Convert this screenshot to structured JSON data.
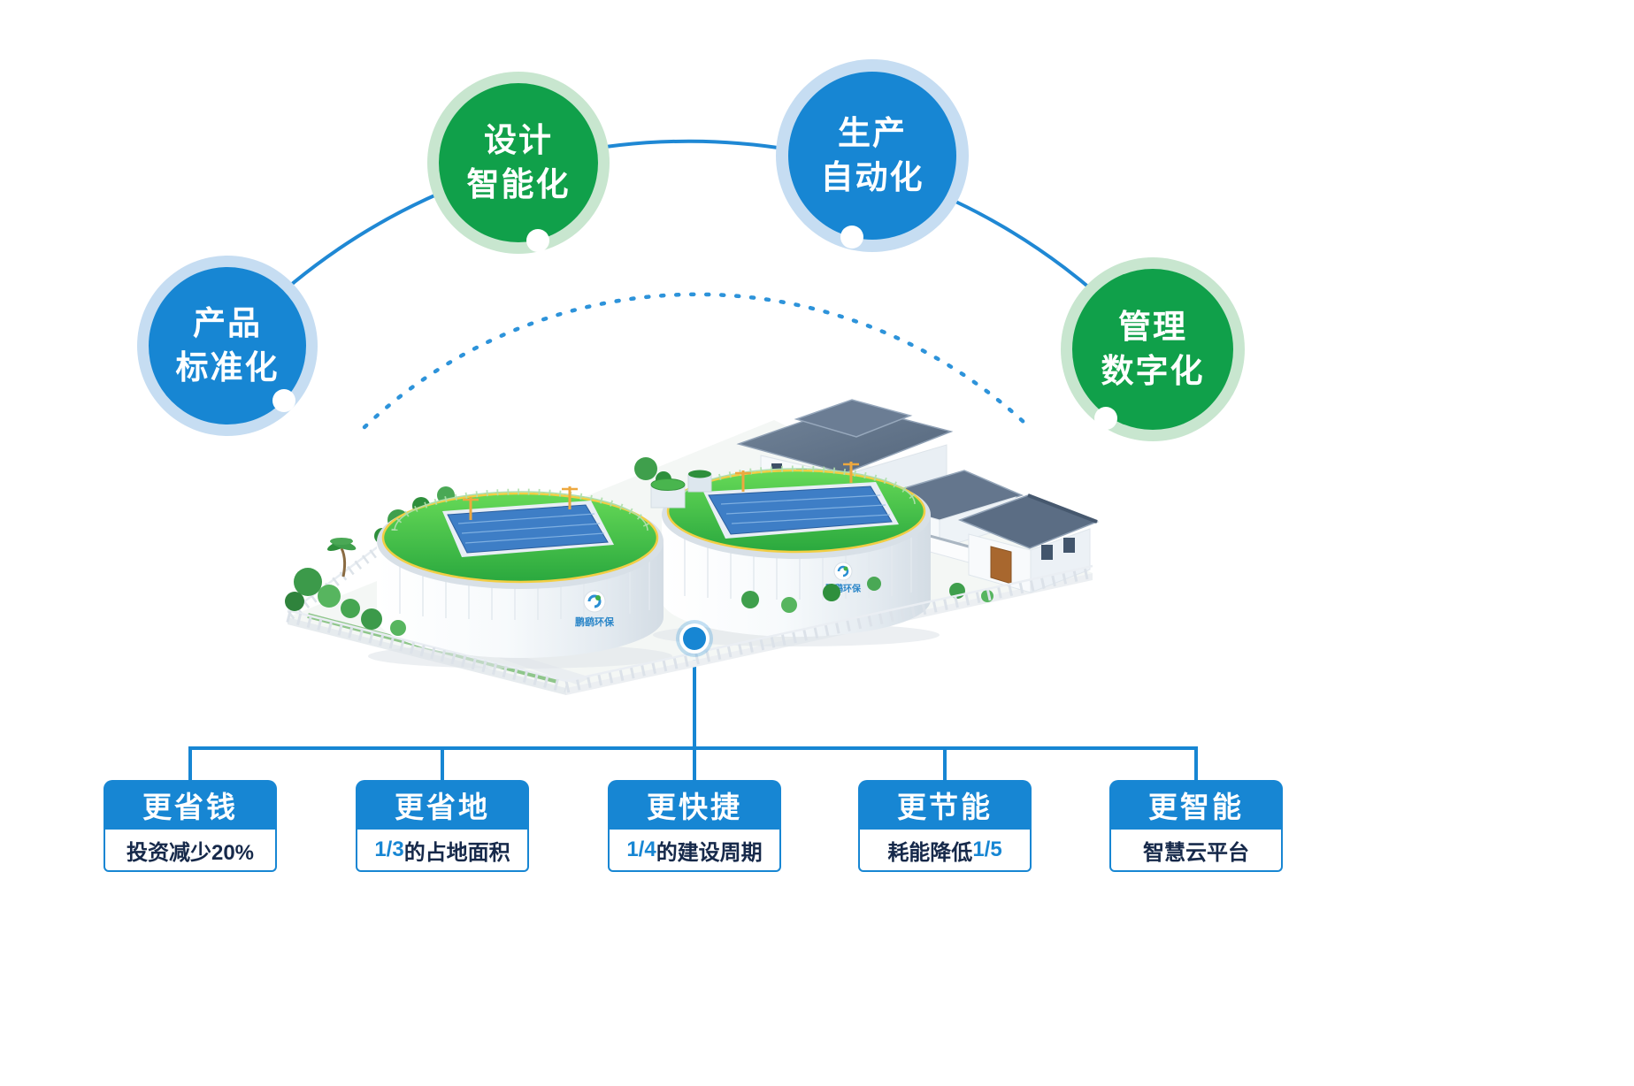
{
  "colors": {
    "blue": "#1786d3",
    "green": "#10a04a",
    "light_blue_halo": "#c6ddf2",
    "light_green_halo": "#c8e6cf",
    "arc_blue": "#1f88d4",
    "dark_text": "#16294a",
    "tank_green_top": "#2aa83e",
    "pool_blue": "#3e7ec6"
  },
  "circles": [
    {
      "line1": "产品",
      "line2": "标准化",
      "color": "blue"
    },
    {
      "line1": "设计",
      "line2": "智能化",
      "color": "green"
    },
    {
      "line1": "生产",
      "line2": "自动化",
      "color": "blue"
    },
    {
      "line1": "管理",
      "line2": "数字化",
      "color": "green"
    }
  ],
  "facility": {
    "logo_text": "鹏鹞环保"
  },
  "benefits": [
    {
      "title": "更省钱",
      "desc_parts": [
        {
          "t": "投资减少20%",
          "hl": false
        }
      ]
    },
    {
      "title": "更省地",
      "desc_parts": [
        {
          "t": "1/3",
          "hl": true
        },
        {
          "t": "的占地面积",
          "hl": false
        }
      ]
    },
    {
      "title": "更快捷",
      "desc_parts": [
        {
          "t": "1/4",
          "hl": true
        },
        {
          "t": "的建设周期",
          "hl": false
        }
      ]
    },
    {
      "title": "更节能",
      "desc_parts": [
        {
          "t": "耗能降低",
          "hl": false
        },
        {
          "t": "1/5",
          "hl": true
        }
      ]
    },
    {
      "title": "更智能",
      "desc_parts": [
        {
          "t": "智慧云平台",
          "hl": false
        }
      ]
    }
  ]
}
